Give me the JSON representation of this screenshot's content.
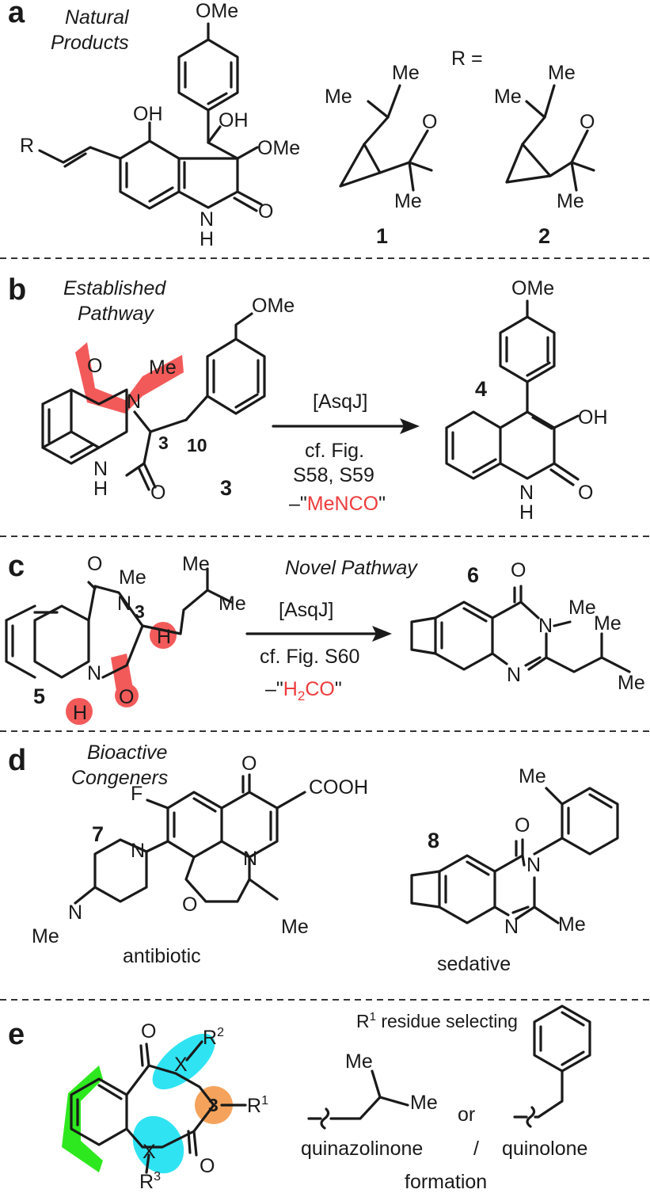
{
  "colors": {
    "highlight_red": "#f25a5a",
    "highlight_cyan": "#2fe3f2",
    "highlight_green": "#2ee81f",
    "highlight_orange": "#f5a35c",
    "text_red": "#ee3b3b"
  },
  "panels": {
    "a": {
      "letter": "a",
      "caption": [
        "Natural",
        "Products"
      ],
      "r_equals": "R =",
      "labels": {
        "ome_top": "OMe",
        "oh1": "OH",
        "oh2": "OH",
        "ome_side": "OMe",
        "r": "R",
        "nh_n": "N",
        "nh_h": "H",
        "o": "O"
      },
      "cmpd1": {
        "me1": "Me",
        "me2": "Me",
        "me3": "Me",
        "o": "O",
        "num": "1"
      },
      "cmpd2": {
        "me1": "Me",
        "me2": "Me",
        "me3": "Me",
        "o": "O",
        "num": "2"
      }
    },
    "b": {
      "letter": "b",
      "caption": [
        "Established",
        "Pathway"
      ],
      "labels": {
        "ome": "OMe",
        "o_top": "O",
        "n": "N",
        "me": "Me",
        "c3": "3",
        "c10": "10",
        "nh_n": "N",
        "nh_h": "H",
        "o_bot": "O",
        "num": "3"
      },
      "arrow": {
        "reagent": "[AsqJ]",
        "ref1": "cf. Fig.",
        "ref2": "S58, S59",
        "loss_prefix": "–\"",
        "loss": "MeNCO",
        "loss_suffix": "\""
      },
      "product": {
        "num": "4",
        "ome": "OMe",
        "oh": "OH",
        "n": "N",
        "h": "H",
        "o": "O"
      }
    },
    "c": {
      "letter": "c",
      "caption": "Novel Pathway",
      "labels": {
        "o_top": "O",
        "n": "N",
        "me_n": "Me",
        "me_a": "Me",
        "me_b": "Me",
        "c3": "3",
        "h3": "H",
        "nh_n": "N",
        "nh_h": "H",
        "o_bot": "O",
        "num": "5"
      },
      "arrow": {
        "reagent": "[AsqJ]",
        "ref": "cf. Fig. S60",
        "loss_prefix": "–\"",
        "loss_main": "H",
        "loss_sub": "2",
        "loss_tail": "CO",
        "loss_suffix": "\""
      },
      "product": {
        "num": "6",
        "o": "O",
        "n1": "N",
        "me_n": "Me",
        "n2": "N",
        "me_a": "Me",
        "me_b": "Me"
      }
    },
    "d": {
      "letter": "d",
      "caption": [
        "Bioactive",
        "Congeners"
      ],
      "cmpd7": {
        "num": "7",
        "f": "F",
        "o_top": "O",
        "cooh": "COOH",
        "n_ring": "N",
        "n_pip1": "N",
        "n_pip2": "N",
        "me_pip": "Me",
        "o_ring": "O",
        "me_ring": "Me",
        "role": "antibiotic"
      },
      "cmpd8": {
        "num": "8",
        "me_top": "Me",
        "o": "O",
        "n1": "N",
        "n2": "N",
        "me": "Me",
        "role": "sedative"
      }
    },
    "e": {
      "letter": "e",
      "core": {
        "o_top": "O",
        "x1": "X",
        "r2": "R",
        "r2_sup": "2",
        "c3": "3",
        "r1": "R",
        "r1_sup": "1",
        "x2": "X",
        "r3": "R",
        "r3_sup": "3",
        "o_bot": "O"
      },
      "residue_title": "R",
      "residue_title_sup": "1",
      "residue_title_rest": " residue selecting",
      "isobutyl": {
        "me1": "Me",
        "me2": "Me"
      },
      "or": "or",
      "out1": "quinazolinone",
      "slash": "/",
      "out2": "quinolone",
      "out3": "formation"
    }
  }
}
